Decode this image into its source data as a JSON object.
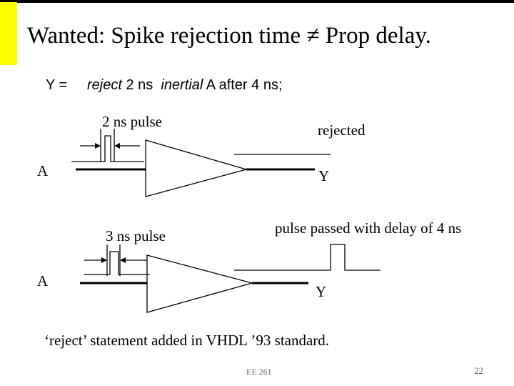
{
  "title": {
    "prefix": "Wanted:  Spike rejection time ",
    "symbol": "≠",
    "suffix": " Prop delay."
  },
  "code_line": {
    "lhs": "Y  =",
    "reject_kw": "reject",
    "reject_val": " 2 ns ",
    "inertial_kw": "inertial",
    "rest": "  A after 4 ns;"
  },
  "diagram_top": {
    "pulse_label": "2 ns  pulse",
    "input_label": "A",
    "output_label": "Y",
    "result_label": "rejected"
  },
  "diagram_bottom": {
    "pulse_label": "3 ns  pulse",
    "input_label": "A",
    "output_label": "Y",
    "result_label": "pulse passed with delay of 4 ns"
  },
  "footer_note": "‘reject’ statement added in VHDL ’93 standard.",
  "slide_footer": "EE 261",
  "slide_number": "22",
  "colors": {
    "accent": "#ffff00",
    "ink": "#000000"
  }
}
